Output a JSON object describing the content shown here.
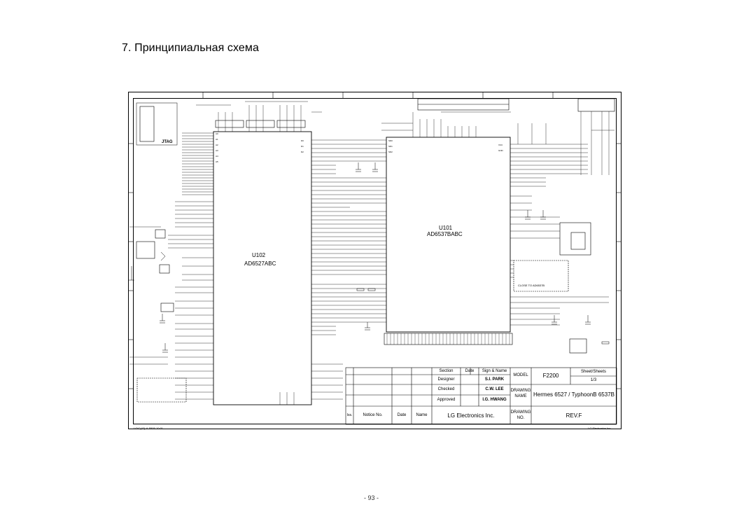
{
  "page_title": "7. Принципиальная схема",
  "page_number": "- 93 -",
  "chips": {
    "u102": {
      "ref": "U102",
      "part": "AD6527ABC"
    },
    "u101": {
      "ref": "U101",
      "part": "AD6537BABC"
    }
  },
  "labels": {
    "jtag": "JTAG",
    "close_to": "CLOSE TO AD6537B"
  },
  "title_block": {
    "section_header": "Section",
    "date_header": "Date",
    "sign_header": "Sign & Name",
    "designer": "Designer",
    "designer_name": "S.I. PARK",
    "checked": "Checked",
    "checked_name": "C.W. LEE",
    "approved": "Approved",
    "approved_name": "I.G. HWANG",
    "model_label": "MODEL",
    "model_value": "F2200",
    "sheet_label": "Sheet/Sheets",
    "sheet_value": "1/3",
    "drawing_name_label": "DRAWING NAME",
    "drawing_name_value": "Hermes 6527 / TyphoonB 6537B",
    "iss": "Iss.",
    "notice_no": "Notice No.",
    "date": "Date",
    "name": "Name",
    "company": "LG Electronics Inc.",
    "drawing_no_label": "DRAWING NO.",
    "rev": "REV.F"
  },
  "footer": {
    "left": "LGIC(42)-A-5505-10:01",
    "right": "LG Electronics Inc."
  }
}
